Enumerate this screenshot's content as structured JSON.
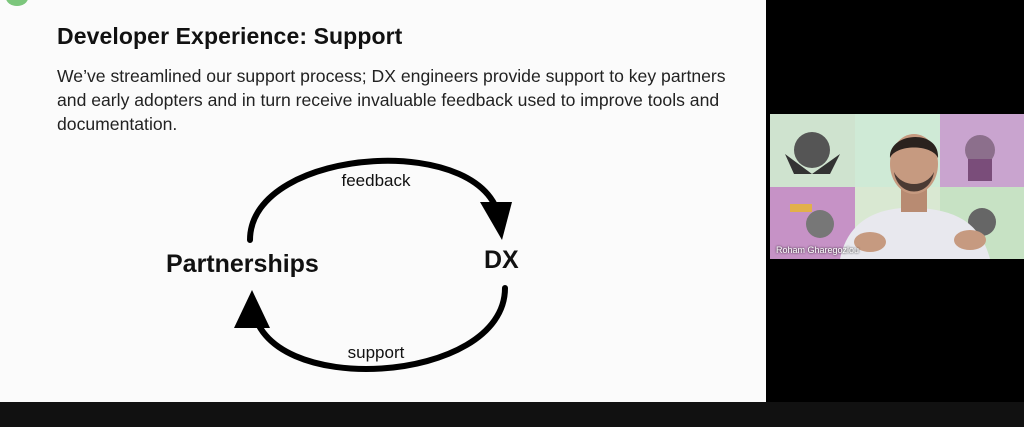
{
  "slide": {
    "title": "Developer Experience: Support",
    "body": "We’ve streamlined our support process; DX engineers provide support to key partners and early adopters and in turn receive invaluable feedback used to improve tools and documentation.",
    "diagram": {
      "left_node": "Partnerships",
      "right_node": "DX",
      "top_arrow_label": "feedback",
      "bottom_arrow_label": "support"
    }
  },
  "video": {
    "speaker_name": "Roham Gharegozlou"
  }
}
